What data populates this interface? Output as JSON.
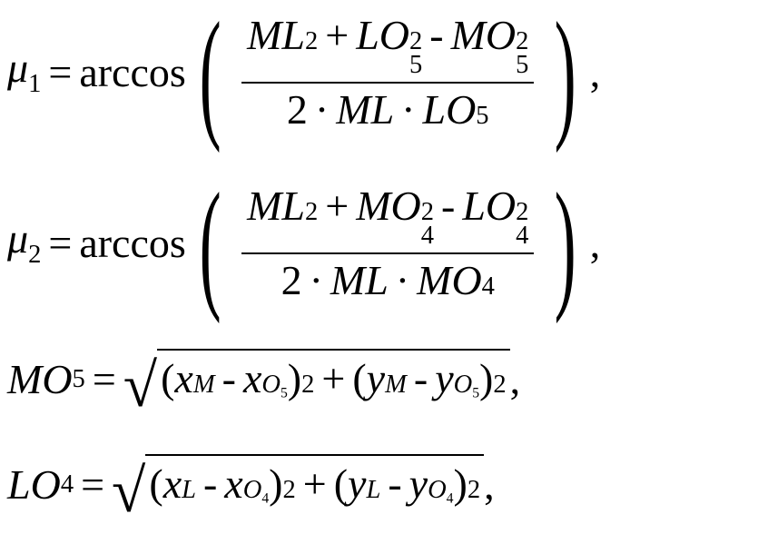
{
  "equations": {
    "mu1": {
      "lhs_sym": "μ",
      "lhs_sub": "1",
      "eq": "=",
      "func": "arccos",
      "num": {
        "a": "ML",
        "a_sup": "2",
        "plus": "+",
        "b": "LO",
        "b_sub": "5",
        "b_sup": "2",
        "minus": "-",
        "c": "MO",
        "c_sub": "5",
        "c_sup": "2"
      },
      "den": {
        "two": "2",
        "dot1": "·",
        "a": "ML",
        "dot2": "·",
        "b": "LO",
        "b_sub": "5"
      },
      "comma": ","
    },
    "mu2": {
      "lhs_sym": "μ",
      "lhs_sub": "2",
      "eq": "=",
      "func": "arccos",
      "num": {
        "a": "ML",
        "a_sup": "2",
        "plus": "+",
        "b": "MO",
        "b_sub": "4",
        "b_sup": "2",
        "minus": "-",
        "c": "LO",
        "c_sub": "4",
        "c_sup": "2"
      },
      "den": {
        "two": "2",
        "dot1": "·",
        "a": "ML",
        "dot2": "·",
        "b": "MO",
        "b_sub": "4"
      },
      "comma": ","
    },
    "mo5": {
      "lhs": "MO",
      "lhs_sub": "5",
      "eq": "=",
      "x": "x",
      "xsub1": "M",
      "minus1": "-",
      "xsub2": "O",
      "xsub2sub": "5",
      "y": "y",
      "ysub1": "M",
      "minus2": "-",
      "ysub2": "O",
      "ysub2sub": "5",
      "sq": "2",
      "plus": "+",
      "comma": ","
    },
    "lo4": {
      "lhs": "LO",
      "lhs_sub": "4",
      "eq": "=",
      "x": "x",
      "xsub1": "L",
      "minus1": "-",
      "xsub2": "O",
      "xsub2sub": "4",
      "y": "y",
      "ysub1": "L",
      "minus2": "-",
      "ysub2": "O",
      "ysub2sub": "4",
      "sq": "2",
      "plus": "+",
      "comma": ","
    }
  }
}
